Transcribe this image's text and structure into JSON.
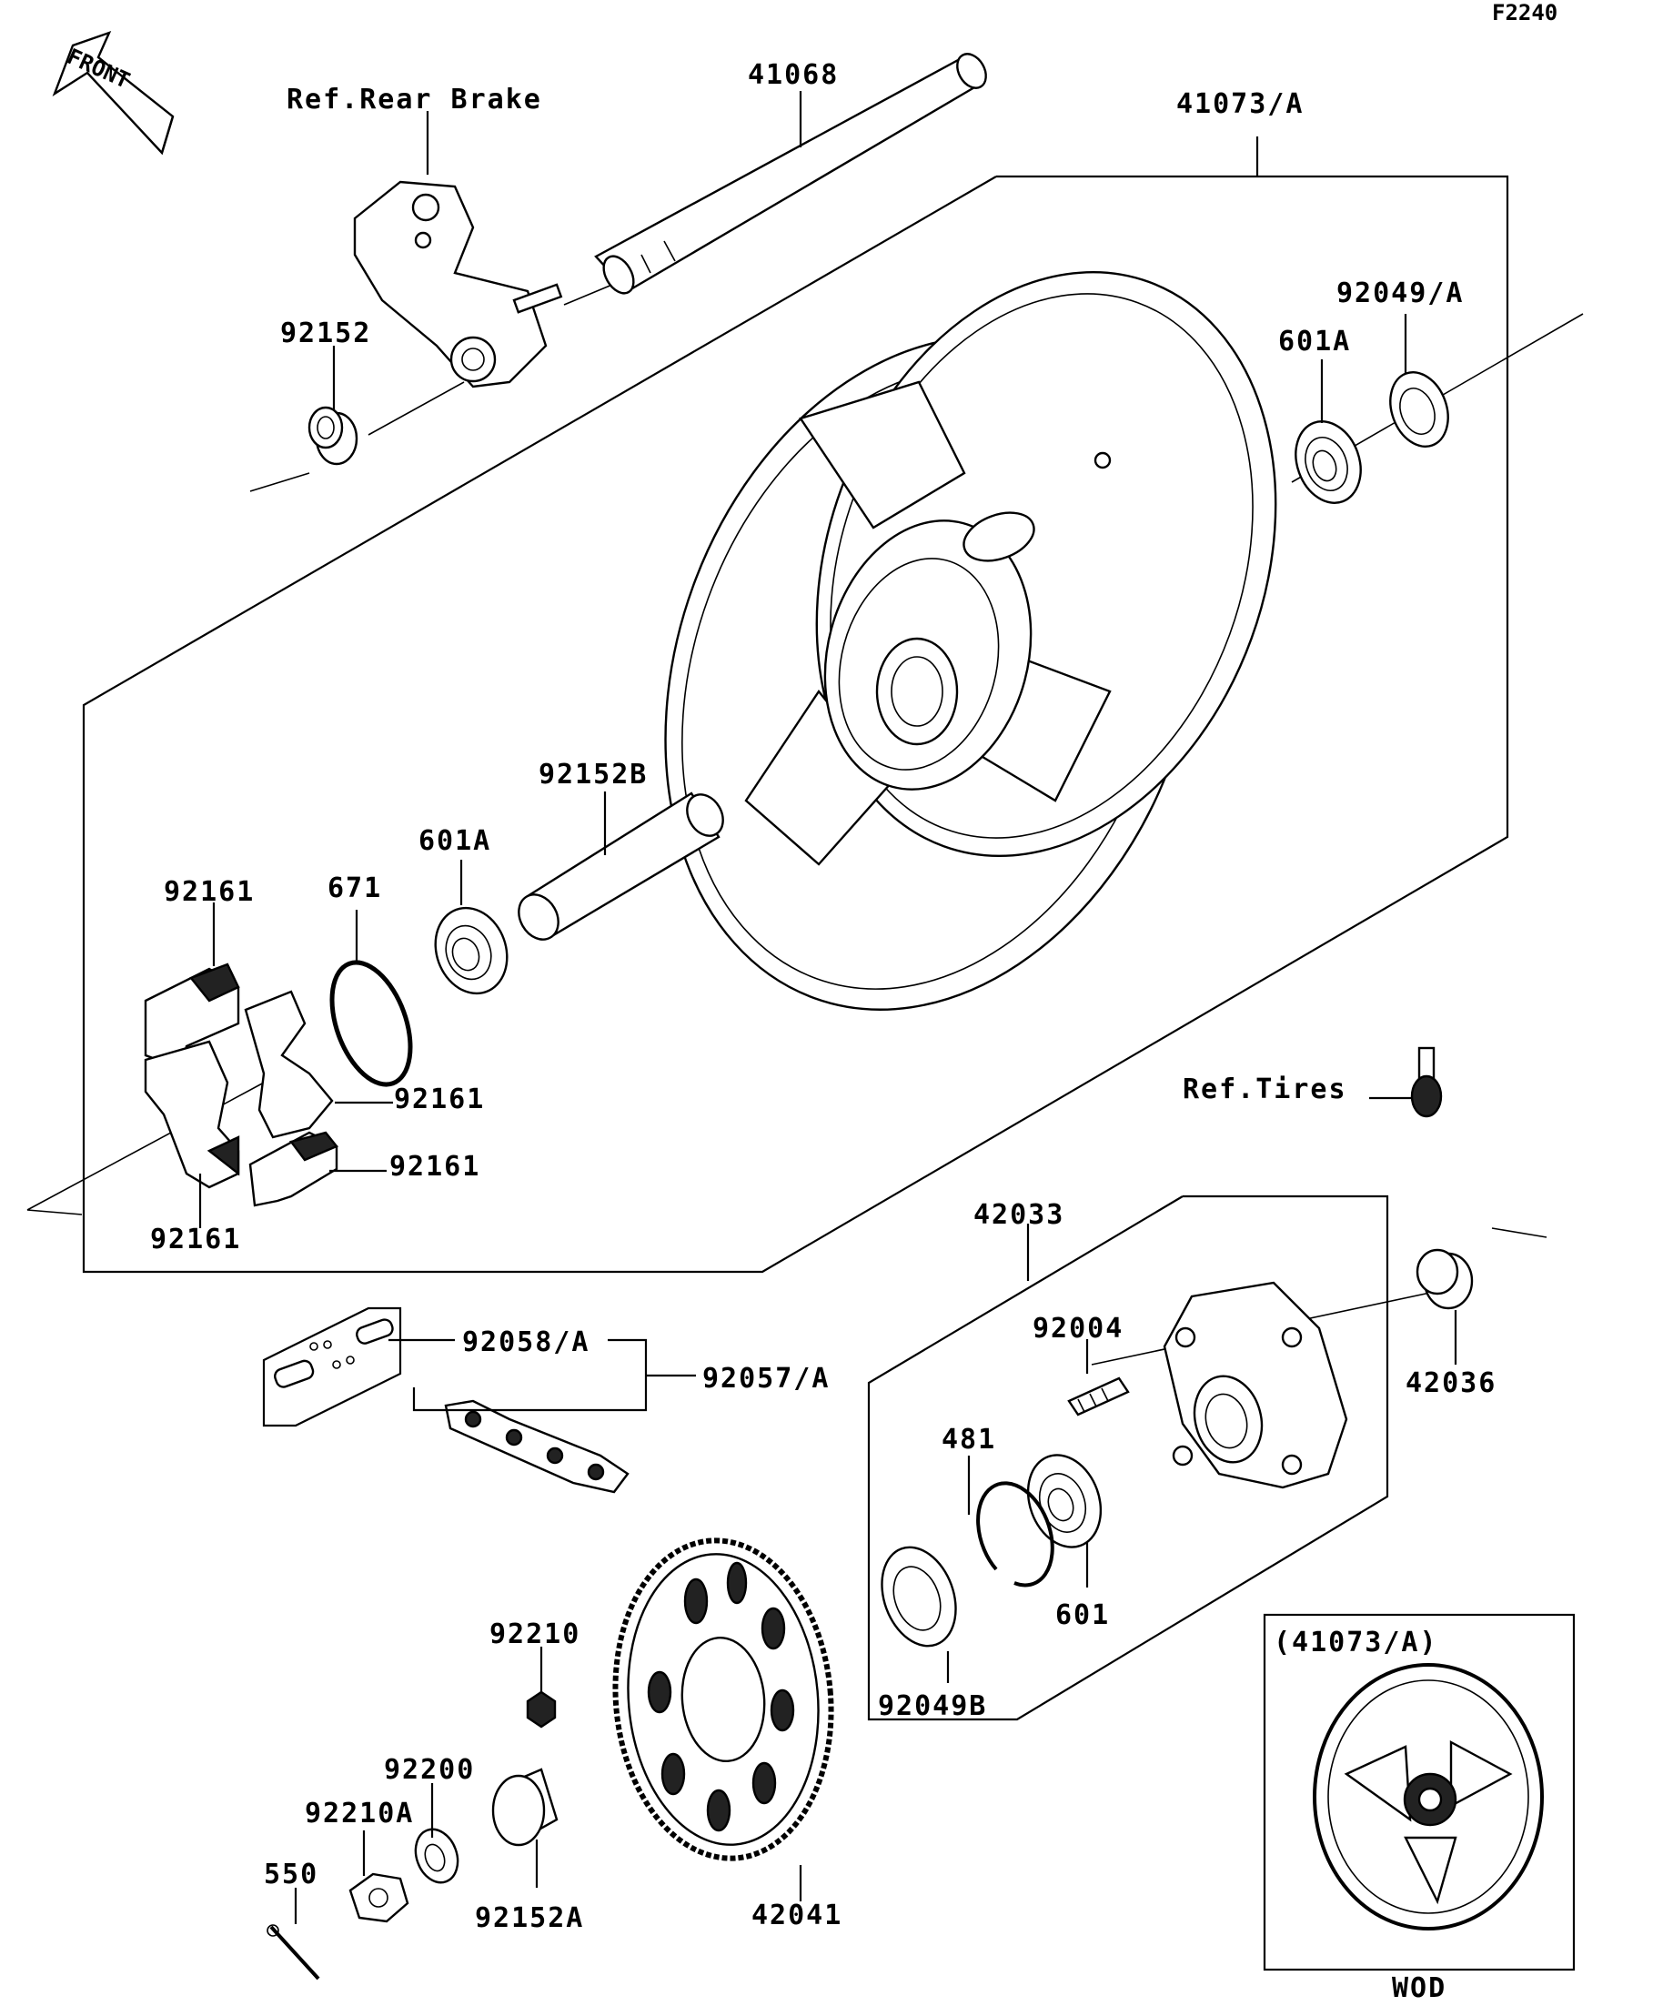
{
  "figure_code": "F2240",
  "front_label": "FRONT",
  "inset": {
    "title": "(41073/A)",
    "caption": "WOD"
  },
  "labels": {
    "p41068": "41068",
    "ref_rear_brake": "Ref.Rear Brake",
    "p41073a": "41073/A",
    "p92152_top": "92152",
    "p92049a": "92049/A",
    "p601a_right": "601A",
    "p92152b": "92152B",
    "p601a_left": "601A",
    "p671": "671",
    "p92161_a": "92161",
    "p92161_b": "92161",
    "p92161_c": "92161",
    "p92161_d": "92161",
    "ref_tires": "Ref.Tires",
    "p42033": "42033",
    "p92004": "92004",
    "p42036": "42036",
    "p92058a": "92058/A",
    "p92057a": "92057/A",
    "p481": "481",
    "p601": "601",
    "p92210": "92210",
    "p92049b": "92049B",
    "p92200": "92200",
    "p92210a": "92210A",
    "p550": "550",
    "p92152a": "92152A",
    "p42041": "42041"
  }
}
